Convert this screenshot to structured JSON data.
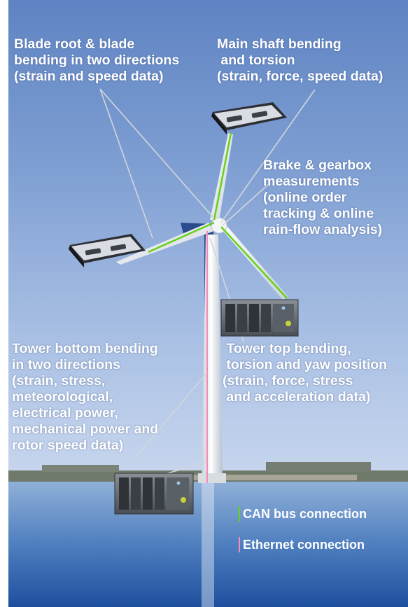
{
  "labels": {
    "blade_root": [
      "Blade root & blade",
      "bending in two directions",
      "(strain and speed data)"
    ],
    "main_shaft": [
      "Main shaft bending",
      " and torsion",
      "(strain, force, speed data)"
    ],
    "brake_gearbox": [
      "Brake & gearbox",
      "measurements",
      "(online order",
      "tracking & online",
      "rain-flow analysis)"
    ],
    "tower_bottom": [
      "Tower bottom bending",
      "in two directions",
      "(strain, stress,",
      "meteorological,",
      "electrical power,",
      "mechanical power and",
      "rotor speed data)"
    ],
    "tower_top": [
      " Tower top bending,",
      " torsion and yaw position",
      "(strain, force, stress",
      " and acceleration data)"
    ]
  },
  "legend": {
    "can_label": "CAN bus connection",
    "ethernet_label": "Ethernet connection",
    "can_color": "#66d21a",
    "ethernet_color": "#f28cb8"
  }
}
